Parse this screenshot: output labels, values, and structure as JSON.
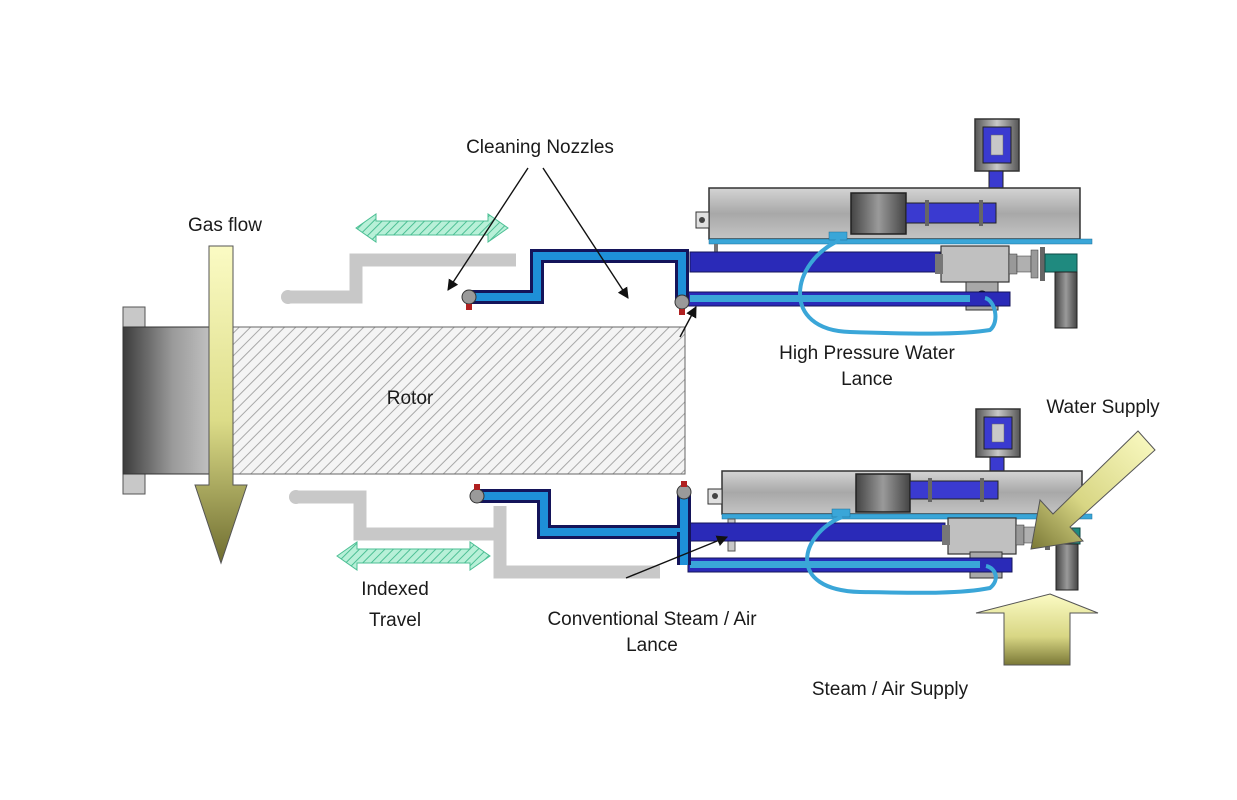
{
  "labels": {
    "cleaning_nozzles": "Cleaning Nozzles",
    "gas_flow": "Gas flow",
    "rotor": "Rotor",
    "hp_water_lance_line1": "High Pressure Water",
    "hp_water_lance_line2": "Lance",
    "water_supply": "Water Supply",
    "indexed_travel_line1": "Indexed",
    "indexed_travel_line2": "Travel",
    "steam_air_lance_line1": "Conventional Steam / Air",
    "steam_air_lance_line2": "Lance",
    "steam_air_supply": "Steam / Air Supply"
  },
  "colors": {
    "pipe_dark_blue": "#2a2ab8",
    "pipe_light_blue": "#1e90d8",
    "hose_cyan": "#3aa6d8",
    "lance_housing_gray": "#b4b4b4",
    "ghost_gray": "#c8c8c8",
    "travel_arrow_green": "#7fd9b4",
    "yellow_arrow_top": "#f8f8b8",
    "yellow_arrow_bottom": "#7e7c3a",
    "valve_teal": "#1f8a7f",
    "nozzle_red": "#b02020"
  }
}
